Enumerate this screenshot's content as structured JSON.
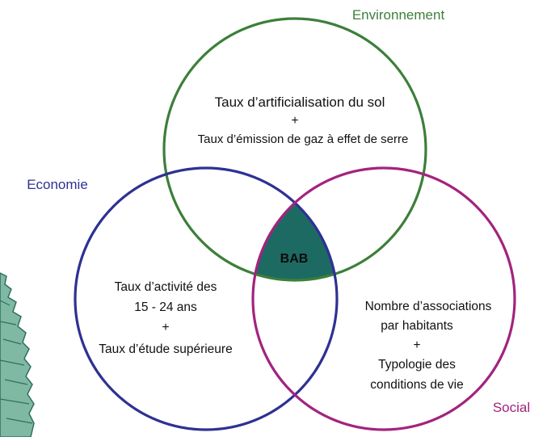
{
  "colors": {
    "environment": "#3c7f3a",
    "economy": "#2e3192",
    "social": "#a3237e",
    "center_fill": "#1d6a63",
    "map_fill": "#7fb9a3",
    "map_dark": "#2f6f5e"
  },
  "labels": {
    "environment": "Environnement",
    "economy": "Economie",
    "social": "Social",
    "center": "BAB"
  },
  "environment_text": {
    "line1": "Taux d’artificialisation du sol",
    "plus": "+",
    "line2": "Taux d’émission de gaz à effet de serre"
  },
  "economy_text": {
    "line1": "Taux d’activité des",
    "line2": "15 - 24 ans",
    "plus": "+",
    "line3": "Taux d’étude supérieure"
  },
  "social_text": {
    "line1": "Nombre d’associations",
    "line2": "par habitants",
    "plus": "+",
    "line3": "Typologie des",
    "line4": "conditions de vie"
  }
}
